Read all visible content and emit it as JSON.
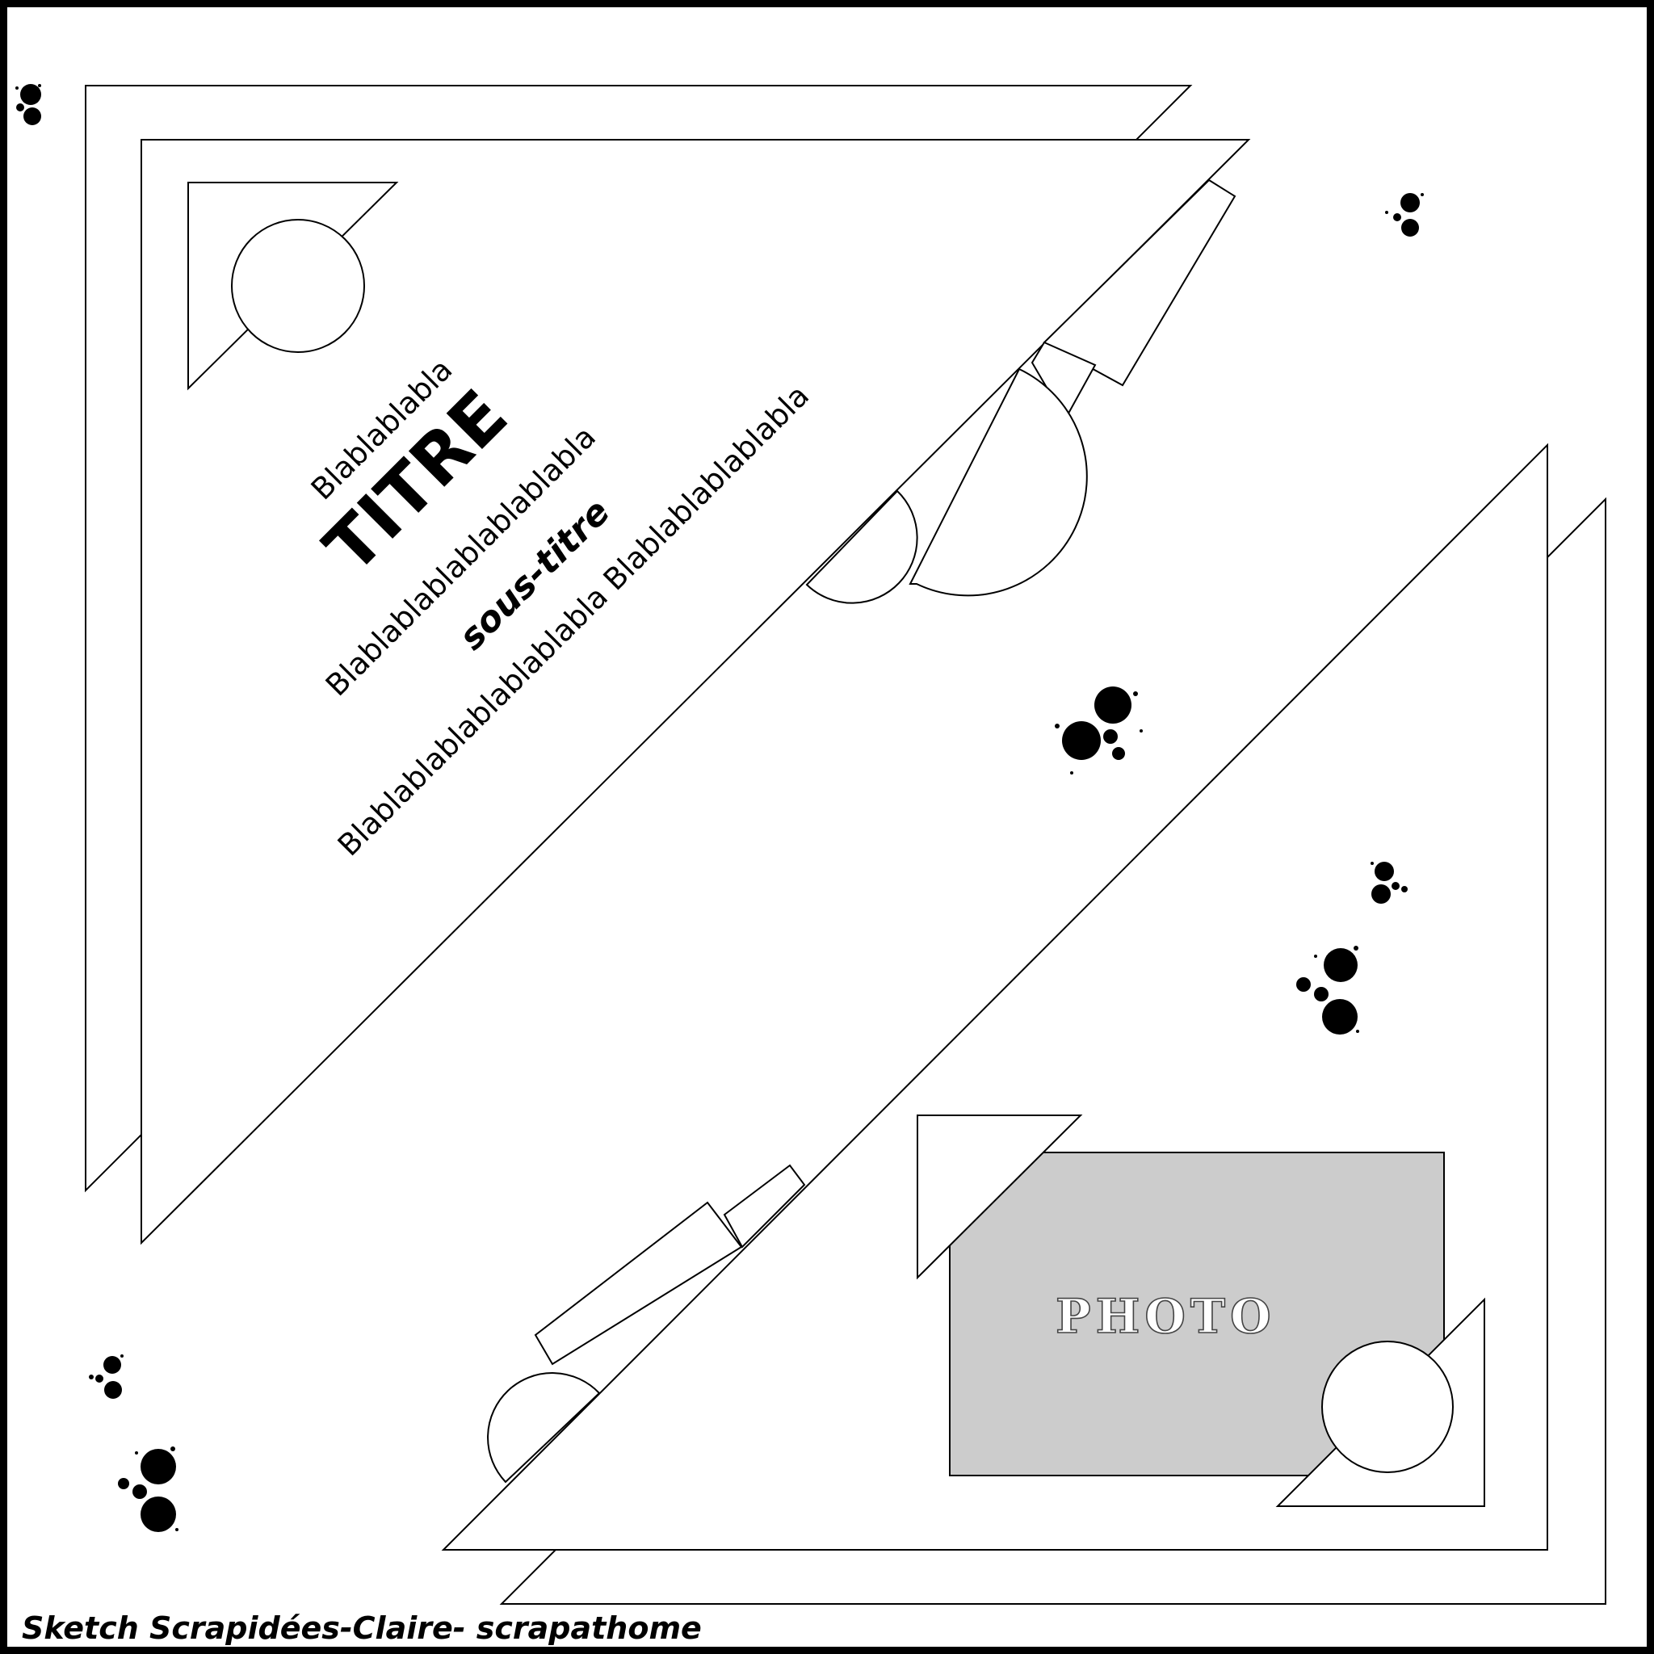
{
  "text": {
    "line1": "Blablablabla",
    "title": "TITRE",
    "line2": "Blablablablablablablabla",
    "subtitle": "sous-titre",
    "line3": "Blablablablablablablabla Blablablablablabla",
    "photo": "PHOTO",
    "credit": "Sketch Scrapidées-Claire- scrapathome"
  },
  "colors": {
    "background": "#ffffff",
    "outline": "#000000",
    "photo_fill": "#cccccc"
  }
}
